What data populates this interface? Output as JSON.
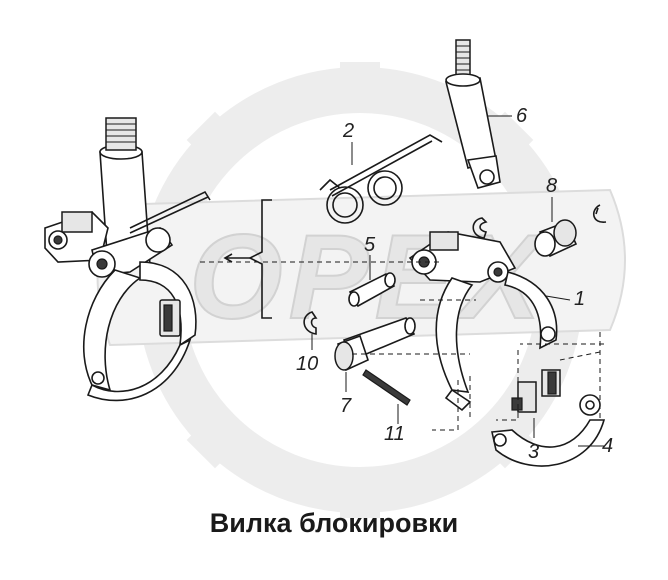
{
  "caption": "Вилка блокировки",
  "watermark": "OPEX",
  "callouts": [
    {
      "id": "1",
      "text": "1"
    },
    {
      "id": "2",
      "text": "2"
    },
    {
      "id": "3",
      "text": "3"
    },
    {
      "id": "4",
      "text": "4"
    },
    {
      "id": "5",
      "text": "5"
    },
    {
      "id": "6",
      "text": "6"
    },
    {
      "id": "7",
      "text": "7"
    },
    {
      "id": "8",
      "text": "8"
    },
    {
      "id": "10",
      "text": "10"
    },
    {
      "id": "11",
      "text": "11"
    }
  ],
  "colors": {
    "line": "#1a1a1a",
    "watermark_fill": "#e8e8e8",
    "watermark_gear": "#ececec"
  }
}
